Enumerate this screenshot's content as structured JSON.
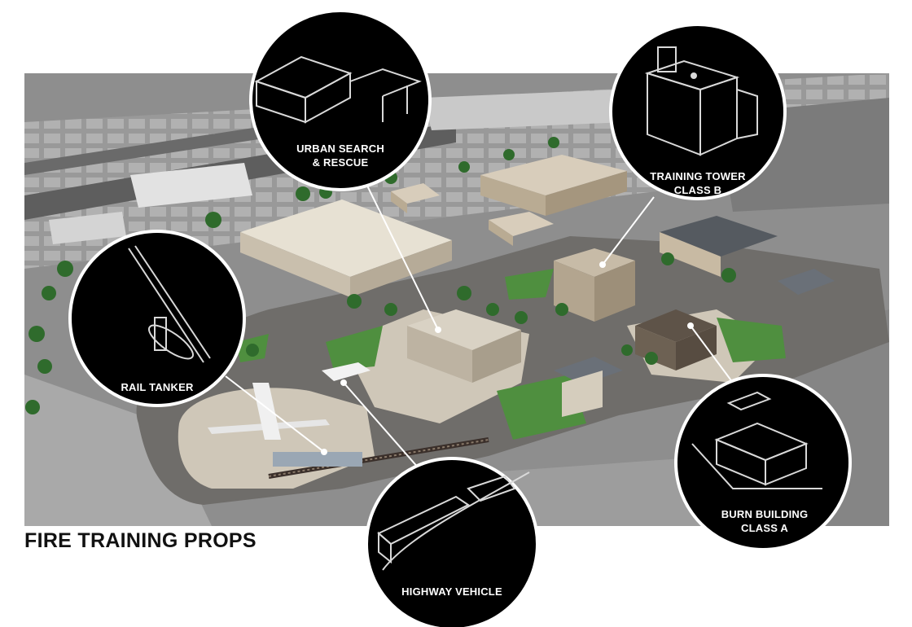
{
  "title": "FIRE TRAINING PROPS",
  "callouts": {
    "urban_search": {
      "line1": "URBAN SEARCH",
      "line2": "& RESCUE"
    },
    "training_tower": {
      "line1": "TRAINING TOWER",
      "line2": "CLASS B"
    },
    "rail_tanker": {
      "line1": "RAIL TANKER"
    },
    "burn_building": {
      "line1": "BURN BUILDING",
      "line2": "CLASS A"
    },
    "highway_vehicle": {
      "line1": "HIGHWAY VEHICLE"
    }
  },
  "colors": {
    "callout_fill": "#000000",
    "callout_ring": "#ffffff",
    "leader_line": "#ffffff",
    "pavement": "#6f6d6a",
    "grass": "#4f8f3f",
    "building": "#d8cdbb"
  }
}
